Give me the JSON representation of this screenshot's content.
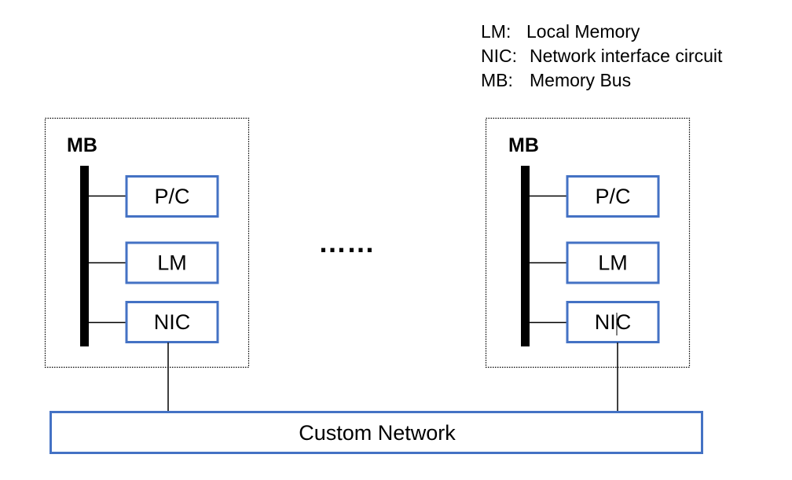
{
  "legend": [
    {
      "abbr": "LM:",
      "desc": "Local Memory"
    },
    {
      "abbr": "NIC:",
      "desc": "Network interface circuit"
    },
    {
      "abbr": "MB:",
      "desc": "Memory Bus"
    }
  ],
  "nodes": [
    {
      "bus_label": "MB",
      "components": [
        "P/C",
        "LM",
        "NIC"
      ]
    },
    {
      "bus_label": "MB",
      "components": [
        "P/C",
        "LM",
        "NIC"
      ]
    }
  ],
  "ellipsis": "……",
  "network": {
    "label": "Custom Network"
  },
  "colors": {
    "box_border": "#4472C4",
    "bus": "#000000",
    "frame": "#000000"
  }
}
